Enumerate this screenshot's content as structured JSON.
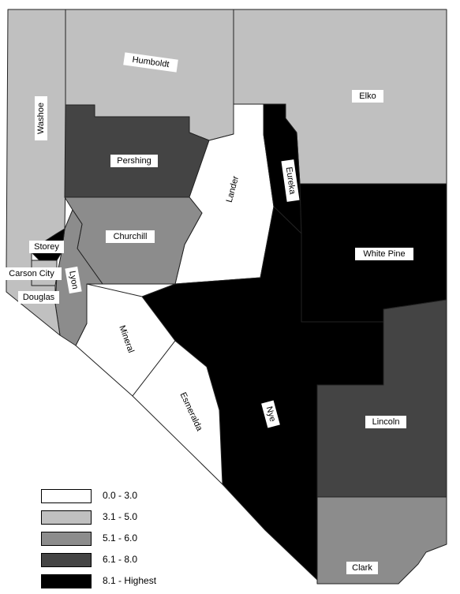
{
  "legend": [
    {
      "label": "0.0 - 3.0",
      "color": "#ffffff"
    },
    {
      "label": "3.1 - 5.0",
      "color": "#c0c0c0"
    },
    {
      "label": "5.1 - 6.0",
      "color": "#8c8c8c"
    },
    {
      "label": "6.1 - 8.0",
      "color": "#444444"
    },
    {
      "label": "8.1 - Highest",
      "color": "#000000"
    }
  ],
  "counties": [
    {
      "name": "Humboldt",
      "class": 1
    },
    {
      "name": "Elko",
      "class": 1
    },
    {
      "name": "Washoe",
      "class": 1
    },
    {
      "name": "Pershing",
      "class": 3
    },
    {
      "name": "Lander",
      "class": 0
    },
    {
      "name": "Eureka",
      "class": 4
    },
    {
      "name": "Churchill",
      "class": 2
    },
    {
      "name": "White Pine",
      "class": 4
    },
    {
      "name": "Storey",
      "class": 4
    },
    {
      "name": "Carson City",
      "class": 1
    },
    {
      "name": "Lyon",
      "class": 2
    },
    {
      "name": "Douglas",
      "class": 1
    },
    {
      "name": "Mineral",
      "class": 0
    },
    {
      "name": "Esmeralda",
      "class": 0
    },
    {
      "name": "Nye",
      "class": 4
    },
    {
      "name": "Lincoln",
      "class": 3
    },
    {
      "name": "Clark",
      "class": 2
    }
  ]
}
